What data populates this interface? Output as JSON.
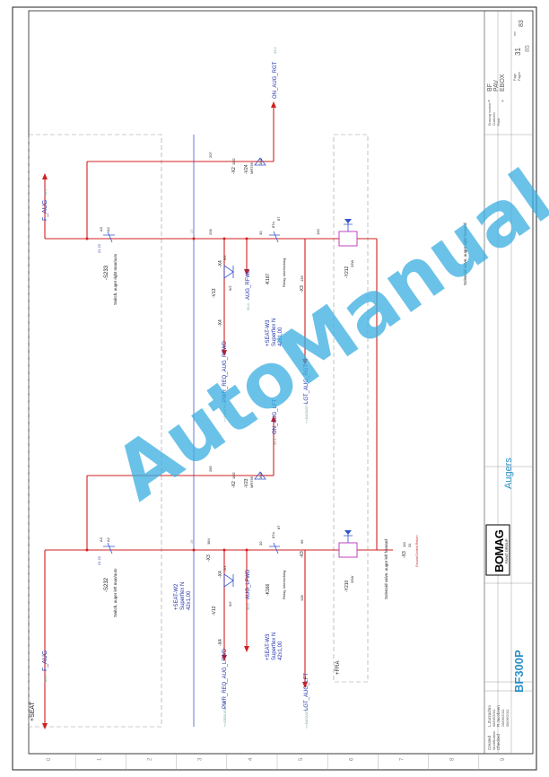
{
  "title_block": {
    "machine": "BF300P",
    "section": "Augers",
    "logo_main": "BOMAG",
    "logo_sub": "FAYAT GROUP",
    "created_label": "Created",
    "created_by": "L.Zurzachro",
    "created_date": "08/06/2011",
    "modified_label": "Modification",
    "modified_date": "08/06/2011",
    "checked_label": "Checked",
    "checked_by": "R.Jacobsen",
    "checked_date": "28/06/2011",
    "page": "31",
    "page_label": "Page",
    "pages_label": "Pages",
    "sheet": "83",
    "sheet_alt": "85",
    "rev_label": "rev",
    "drawing_label": "Drawing number",
    "drawing_value": "BF",
    "customer_label": "Customer",
    "customer_value": "PAV",
    "plant_label": "Plant",
    "plant_value": "EBOX",
    "misc1": "=",
    "misc2": "+"
  },
  "column_numbers": [
    "0",
    "1",
    "2",
    "3",
    "4",
    "5",
    "6",
    "7",
    "8",
    "9"
  ],
  "areas": {
    "seat": "+SEAT",
    "fra": "+FRA"
  },
  "left_circuit": {
    "f_aug_ref": "30.4",
    "f_aug": "F_AUG",
    "switch_id": "-S232",
    "switch_desc": "Switch, auger left man/auto",
    "switch_pins": "21 22",
    "switch_a": "A3",
    "switch_a2": "A2",
    "x3_pin": "-X3",
    "x3_num": "384",
    "x3_num2": "16",
    "cable": "+SEAT-W2",
    "cable_type": "Superflex N",
    "cable_size": "42x1,00",
    "x4": "-X4",
    "x4_pin": "5/1",
    "v12": "-V12",
    "v12_pin": "5/2",
    "aug_lfwd": "AUG_LFWD",
    "aug_lfwd_ref": "30.2",
    "pwr_req_lfwd": "PWR_REQ_AUG_LFWD",
    "pwr_req_lfwd_ref": "<<DEBUG/10.4",
    "diode_x2": "-X2",
    "diode_x2_pin": "16/2",
    "v23": "-V23",
    "v23_type": "MR756",
    "x2_pin_b": "16/1",
    "num_285": "285",
    "on_aug_lft": "ON_AUG_LFT",
    "on_aug_lft_ref": "33.1",
    "relay_id": "-K166",
    "relay_desc": "Relay, interlocking",
    "relay_pin": "87a",
    "relay_pin2": "87",
    "relay_num": "30",
    "x3_relay": "-X3",
    "x3_relay_pin": "96",
    "x3_relay_pin2": "138",
    "cable3": "+SEAT-W3",
    "cable3_type": "Superflex N",
    "cable3_size": "42x1,00",
    "lgt_aug_lft": "LGT_AUG_LFT",
    "lgt_aug_lft_ref": "<<DATA/37.6",
    "valve_id": "-Y210",
    "valve_w": "33W",
    "valve_desc": "Solenoid valve, auger left forward",
    "x3_gnd": "-X3",
    "x3_gnd_pin": "111",
    "x3_gnd_pin2": "31",
    "ground_note": "Ground Central Return"
  },
  "right_circuit": {
    "f_aug_ref": "33.2",
    "f_aug": "F_AUG",
    "switch_id": "-S233",
    "switch_desc": "Switch, auger right man/auto",
    "switch_pins": "21 22",
    "switch_a": "A3",
    "switch_a2": "A2",
    "num_206": "206",
    "num_17": "17",
    "x4": "-X4",
    "x4_pin": "6/1",
    "v13": "-V13",
    "v13_pin": "6/2",
    "aug_rfwd": "AUG_RFWD",
    "aug_rfwd_ref": "30.4",
    "pwr_req_rfwd": "PWR_REQ_AUG_RFWD",
    "pwr_req_rfwd_ref": "<<DEBUG/10.4",
    "cable": "+SEAT-W3",
    "cable_type": "Superflex N",
    "cable_size": "42x1,00",
    "diode_x2": "-X2",
    "diode_x2_pin": "15/2",
    "v24": "-V24",
    "v24_type": "MR756",
    "x2_pin_b": "15/1",
    "num_207": "207",
    "on_aug_rgt": "ON_AUG_RGT",
    "on_aug_rgt_ref": "33.1",
    "on_aug_rgt2": "ON_AUG_RGT",
    "relay_id": "-K167",
    "relay_desc": "Relay, interlocking",
    "relay_pin": "87a",
    "relay_pin2": "87",
    "relay_num": "30",
    "x3_relay": "-X3",
    "x3_relay_pin": "139",
    "lgt_aug_rgt": "LGT_AUG_RGT",
    "lgt_aug_rgt_ref": "<<DATA/37.6",
    "num_100": "100",
    "valve_id": "-Y212",
    "valve_w": "33W",
    "valve_desc": "Solenoid valve, auger right forward"
  },
  "watermark": "AutoManual"
}
